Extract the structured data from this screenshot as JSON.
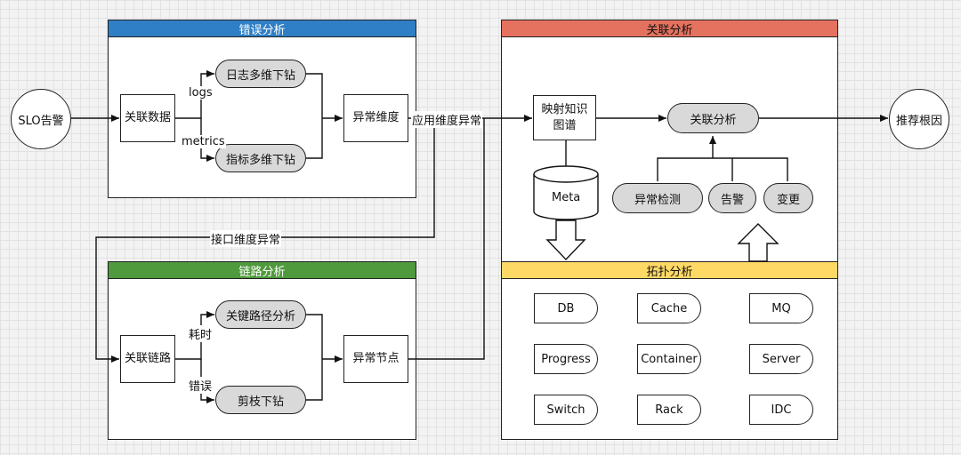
{
  "start": "SLO告警",
  "end": "推荐根因",
  "error_analysis": {
    "title": "错误分析",
    "related_data": "关联数据",
    "log_drill": "日志多维下钻",
    "metric_drill": "指标多维下钻",
    "abnormal_dimension": "异常维度",
    "logs_label": "logs",
    "metrics_label": "metrics"
  },
  "app_dim_abnormal": "应用维度异常",
  "api_dim_abnormal": "接口维度异常",
  "trace_analysis": {
    "title": "链路分析",
    "related_trace": "关联链路",
    "critical_path": "关键路径分析",
    "pruning_drill": "剪枝下钻",
    "abnormal_node": "异常节点",
    "latency_label": "耗时",
    "error_label": "错误"
  },
  "correlation_analysis": {
    "title": "关联分析",
    "kg_mapping": "映射知识图谱",
    "correlation": "关联分析",
    "meta": "Meta",
    "anomaly_detection": "异常检测",
    "alert": "告警",
    "change": "变更"
  },
  "topology_analysis": {
    "title": "拓扑分析",
    "nodes": [
      "DB",
      "Cache",
      "MQ",
      "Progress",
      "Container",
      "Server",
      "Switch",
      "Rack",
      "IDC"
    ]
  },
  "colors": {
    "error_header": "#2f7fc6",
    "trace_header": "#4f9a3c",
    "correlation_header": "#e4725e",
    "topology_header": "#ffd966",
    "pill_fill": "#d9d9d9"
  }
}
